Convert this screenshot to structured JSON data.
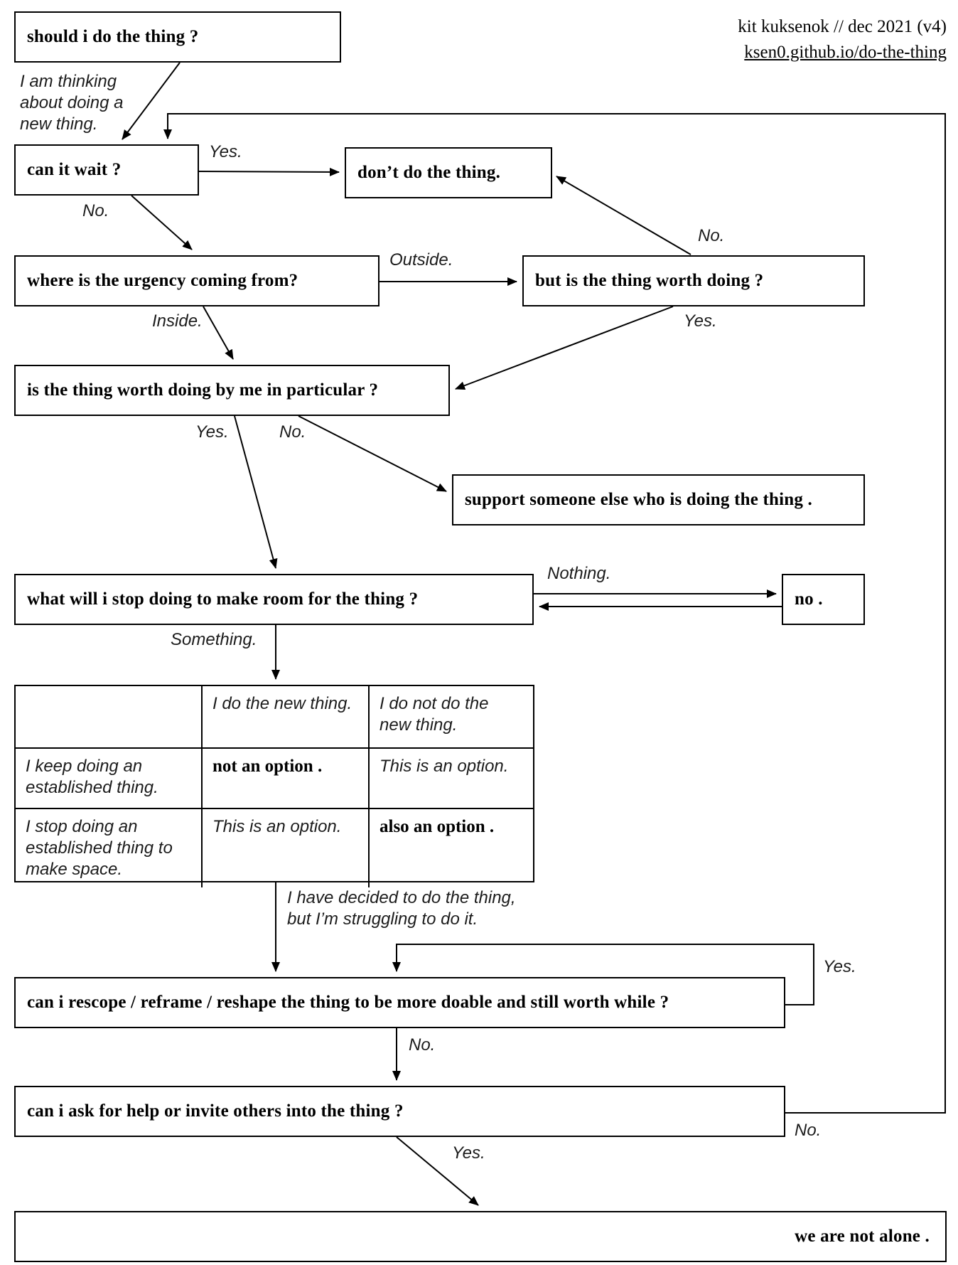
{
  "header": {
    "credit": "kit kuksenok // dec 2021 (v4)",
    "link": "ksen0.github.io/do-the-thing"
  },
  "nodes": {
    "should": "should i do the thing ?",
    "can_wait": "can it wait ?",
    "dont_do": "don’t do the thing.",
    "urgency": "where is the urgency coming from?",
    "but_worth": "but is the thing worth doing ?",
    "worth_by_me": "is the thing worth doing by me in particular ?",
    "support": "support someone else who is doing the thing .",
    "what_stop": "what will i stop doing to make room for the thing ?",
    "no": "no .",
    "rescope": "can i rescope / reframe / reshape the thing to be more doable and still worth while ?",
    "ask_help": "can i ask for help or invite others into the thing ?",
    "not_alone": "we are not alone ."
  },
  "notes": {
    "thinking": "I am thinking\nabout doing a\nnew thing.",
    "struggling": "I have decided to do the thing,\nbut I’m struggling to do it."
  },
  "edges": {
    "can_wait_yes": "Yes.",
    "can_wait_no": "No.",
    "urgency_outside": "Outside.",
    "urgency_inside": "Inside.",
    "but_worth_no": "No.",
    "but_worth_yes": "Yes.",
    "worth_by_me_yes": "Yes.",
    "worth_by_me_no": "No.",
    "what_stop_nothing": "Nothing.",
    "what_stop_something": "Something.",
    "rescope_yes": "Yes.",
    "rescope_no": "No.",
    "ask_help_no": "No.",
    "ask_help_yes": "Yes."
  },
  "table": {
    "corner": "",
    "col_do": "I do the new thing.",
    "col_not_do": "I do not do the new thing.",
    "row_keep": "I keep doing an established thing.",
    "keep_do": "not an option .",
    "keep_not_do": "This is an option.",
    "row_stop": "I stop doing an established thing to make space.",
    "stop_do": "This is an option.",
    "stop_not_do": "also an option ."
  }
}
